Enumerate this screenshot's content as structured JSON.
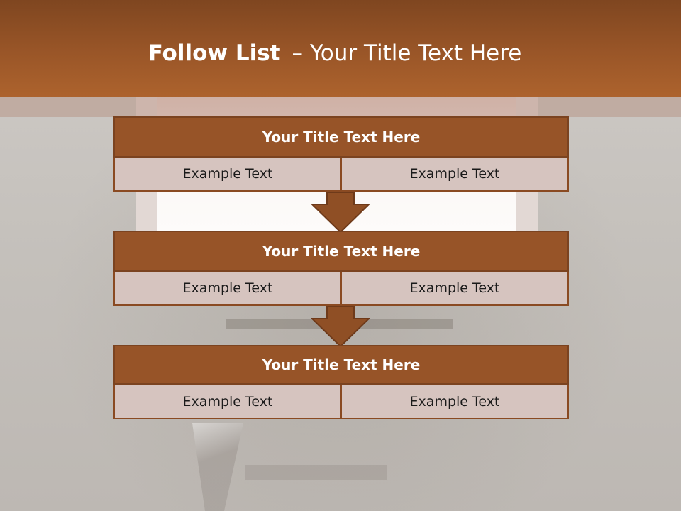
{
  "slide": {
    "title_bold": "Follow List",
    "title_sep": "–",
    "title_rest": "Your Title Text Here"
  },
  "steps": [
    {
      "title": "Your Title Text Here",
      "left": "Example Text",
      "right": "Example Text"
    },
    {
      "title": "Your Title Text Here",
      "left": "Example Text",
      "right": "Example Text"
    },
    {
      "title": "Your Title Text Here",
      "left": "Example Text",
      "right": "Example Text"
    }
  ],
  "colors": {
    "header": "#9a5628",
    "box_title": "#975428",
    "box_cell": "#d6c4bf",
    "arrow": "#8f4f25"
  }
}
